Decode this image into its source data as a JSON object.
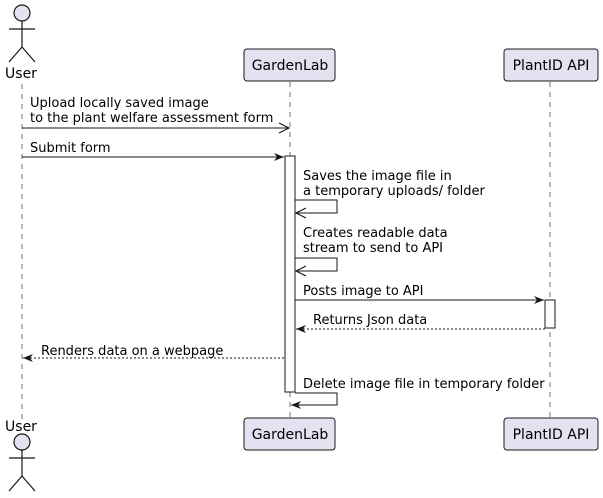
{
  "participants": [
    {
      "id": "user",
      "label": "User",
      "kind": "actor"
    },
    {
      "id": "gardenlab",
      "label": "GardenLab",
      "kind": "participant"
    },
    {
      "id": "plantid",
      "label": "PlantID API",
      "kind": "participant"
    }
  ],
  "messages": [
    {
      "from": "user",
      "to": "gardenlab",
      "style": "solid",
      "head": "open",
      "lines": [
        "Upload locally saved image",
        "to the plant welfare assessment form"
      ]
    },
    {
      "from": "user",
      "to": "gardenlab",
      "style": "solid",
      "head": "filled",
      "lines": [
        "Submit form"
      ]
    },
    {
      "from": "gardenlab",
      "to": "gardenlab",
      "style": "solid",
      "head": "open",
      "self": true,
      "lines": [
        "Saves the image file in",
        "a temporary uploads/ folder"
      ]
    },
    {
      "from": "gardenlab",
      "to": "gardenlab",
      "style": "solid",
      "head": "open",
      "self": true,
      "lines": [
        "Creates readable data",
        "stream to send to API"
      ]
    },
    {
      "from": "gardenlab",
      "to": "plantid",
      "style": "solid",
      "head": "filled",
      "lines": [
        "Posts image to API"
      ]
    },
    {
      "from": "plantid",
      "to": "gardenlab",
      "style": "dashed",
      "head": "filled",
      "lines": [
        "Returns Json data"
      ]
    },
    {
      "from": "gardenlab",
      "to": "user",
      "style": "dashed",
      "head": "filled",
      "lines": [
        "Renders data on a webpage"
      ]
    },
    {
      "from": "gardenlab",
      "to": "gardenlab",
      "style": "solid",
      "head": "filled",
      "self": true,
      "lines": [
        "Delete image file in temporary folder"
      ]
    }
  ],
  "colors": {
    "participant_fill": "#E2E2F0",
    "participant_border": "#181818",
    "activation_fill": "#FFFFFF",
    "lifeline": "#181818",
    "arrow": "#181818",
    "text": "#000000"
  }
}
